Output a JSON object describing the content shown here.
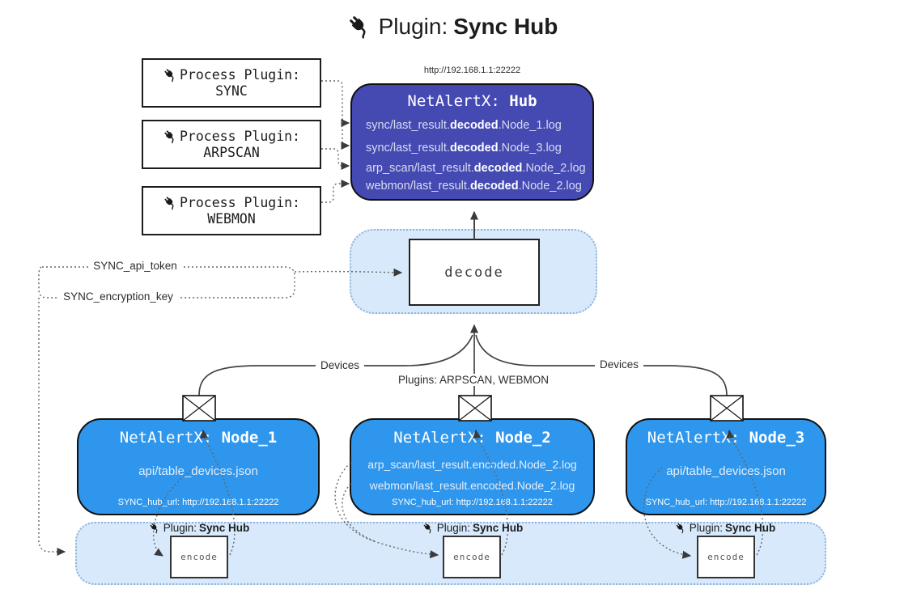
{
  "title": {
    "prefix": "Plugin: ",
    "bold": "Sync Hub"
  },
  "hub": {
    "url": "http://192.168.1.1:22222",
    "name_prefix": "NetAlertX: ",
    "name_bold": "Hub",
    "logs": [
      {
        "pre": "sync/last_result.",
        "bold": "decoded",
        "post": ".Node_1.log"
      },
      {
        "pre": "sync/last_result.",
        "bold": "decoded",
        "post": ".Node_3.log"
      },
      {
        "pre": "arp_scan/last_result.",
        "bold": "decoded",
        "post": ".Node_2.log"
      },
      {
        "pre": "webmon/last_result.",
        "bold": "decoded",
        "post": ".Node_2.log"
      }
    ]
  },
  "process_plugins": [
    {
      "label": "Process Plugin:",
      "name": "SYNC"
    },
    {
      "label": "Process Plugin:",
      "name": "ARPSCAN"
    },
    {
      "label": "Process Plugin:",
      "name": "WEBMON"
    }
  ],
  "decode_box": {
    "label": "decode"
  },
  "keys": {
    "api_token": "SYNC_api_token",
    "encryption_key": "SYNC_encryption_key"
  },
  "edge_labels": {
    "devices_left": "Devices",
    "devices_right": "Devices",
    "plugins": "Plugins: ARPSCAN, WEBMON"
  },
  "nodes": [
    {
      "name_prefix": "NetAlertX: ",
      "name_bold": "Node_1",
      "files": [
        "api/table_devices.json"
      ],
      "hub_url": "SYNC_hub_url: http://192.168.1.1:22222"
    },
    {
      "name_prefix": "NetAlertX: ",
      "name_bold": "Node_2",
      "files": [
        "arp_scan/last_result.encoded.Node_2.log",
        "webmon/last_result.encoded.Node_2.log"
      ],
      "hub_url": "SYNC_hub_url: http://192.168.1.1:22222"
    },
    {
      "name_prefix": "NetAlertX: ",
      "name_bold": "Node_3",
      "files": [
        "api/table_devices.json"
      ],
      "hub_url": "SYNC_hub_url: http://192.168.1.1:22222"
    }
  ],
  "encoders": [
    {
      "label_prefix": "Plugin: ",
      "label_bold": "Sync Hub",
      "box": "encode"
    },
    {
      "label_prefix": "Plugin: ",
      "label_bold": "Sync Hub",
      "box": "encode"
    },
    {
      "label_prefix": "Plugin: ",
      "label_bold": "Sync Hub",
      "box": "encode"
    }
  ],
  "colors": {
    "hub_fill": "#454ab3",
    "node_fill": "#2e96ec",
    "panel_fill": "#d8e9fb",
    "panel_border": "#8fb3d9",
    "line": "#454545"
  }
}
